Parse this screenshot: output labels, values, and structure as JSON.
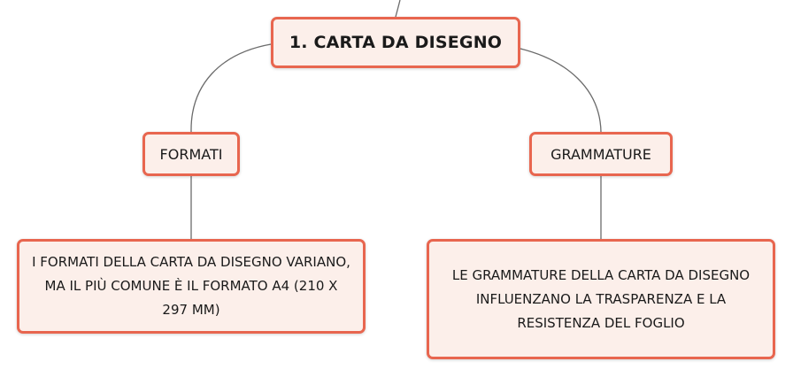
{
  "colors": {
    "node_border": "#e8664f",
    "node_fill": "#fcefea",
    "connector": "#6b6b6b"
  },
  "mindmap": {
    "root": {
      "label": "1. CARTA DA DISEGNO"
    },
    "branches": [
      {
        "label": "FORMATI",
        "detail": "I FORMATI DELLA CARTA DA DISEGNO VARIANO, MA IL PIÙ COMUNE È IL FORMATO A4 (210 X 297 MM)"
      },
      {
        "label": "GRAMMATURE",
        "detail": "LE GRAMMATURE DELLA CARTA DA DISEGNO INFLUENZANO LA TRASPARENZA E LA RESISTENZA DEL FOGLIO"
      }
    ]
  }
}
